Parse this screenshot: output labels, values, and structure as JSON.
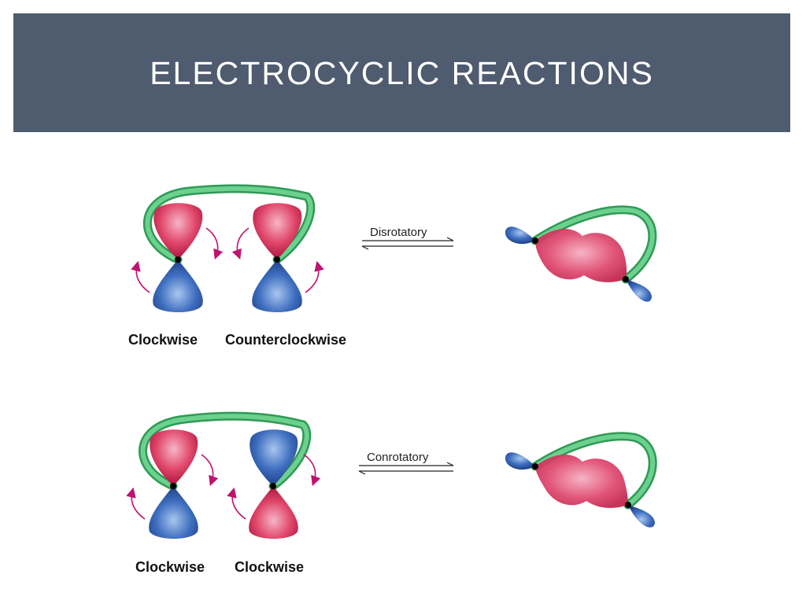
{
  "slide": {
    "title": "ELECTROCYCLIC REACTIONS"
  },
  "rows": [
    {
      "left_label": "Clockwise",
      "right_label": "Counterclockwise",
      "arrow_label": "Disrotatory"
    },
    {
      "left_label": "Clockwise",
      "right_label": "Clockwise",
      "arrow_label": "Conrotatory"
    }
  ],
  "colors": {
    "banner": "#4f5b6e",
    "lobe_red": "#e0476a",
    "lobe_blue": "#3f6fc0",
    "ring_green": "#4dbd74",
    "arrow_magenta": "#c0126e"
  }
}
